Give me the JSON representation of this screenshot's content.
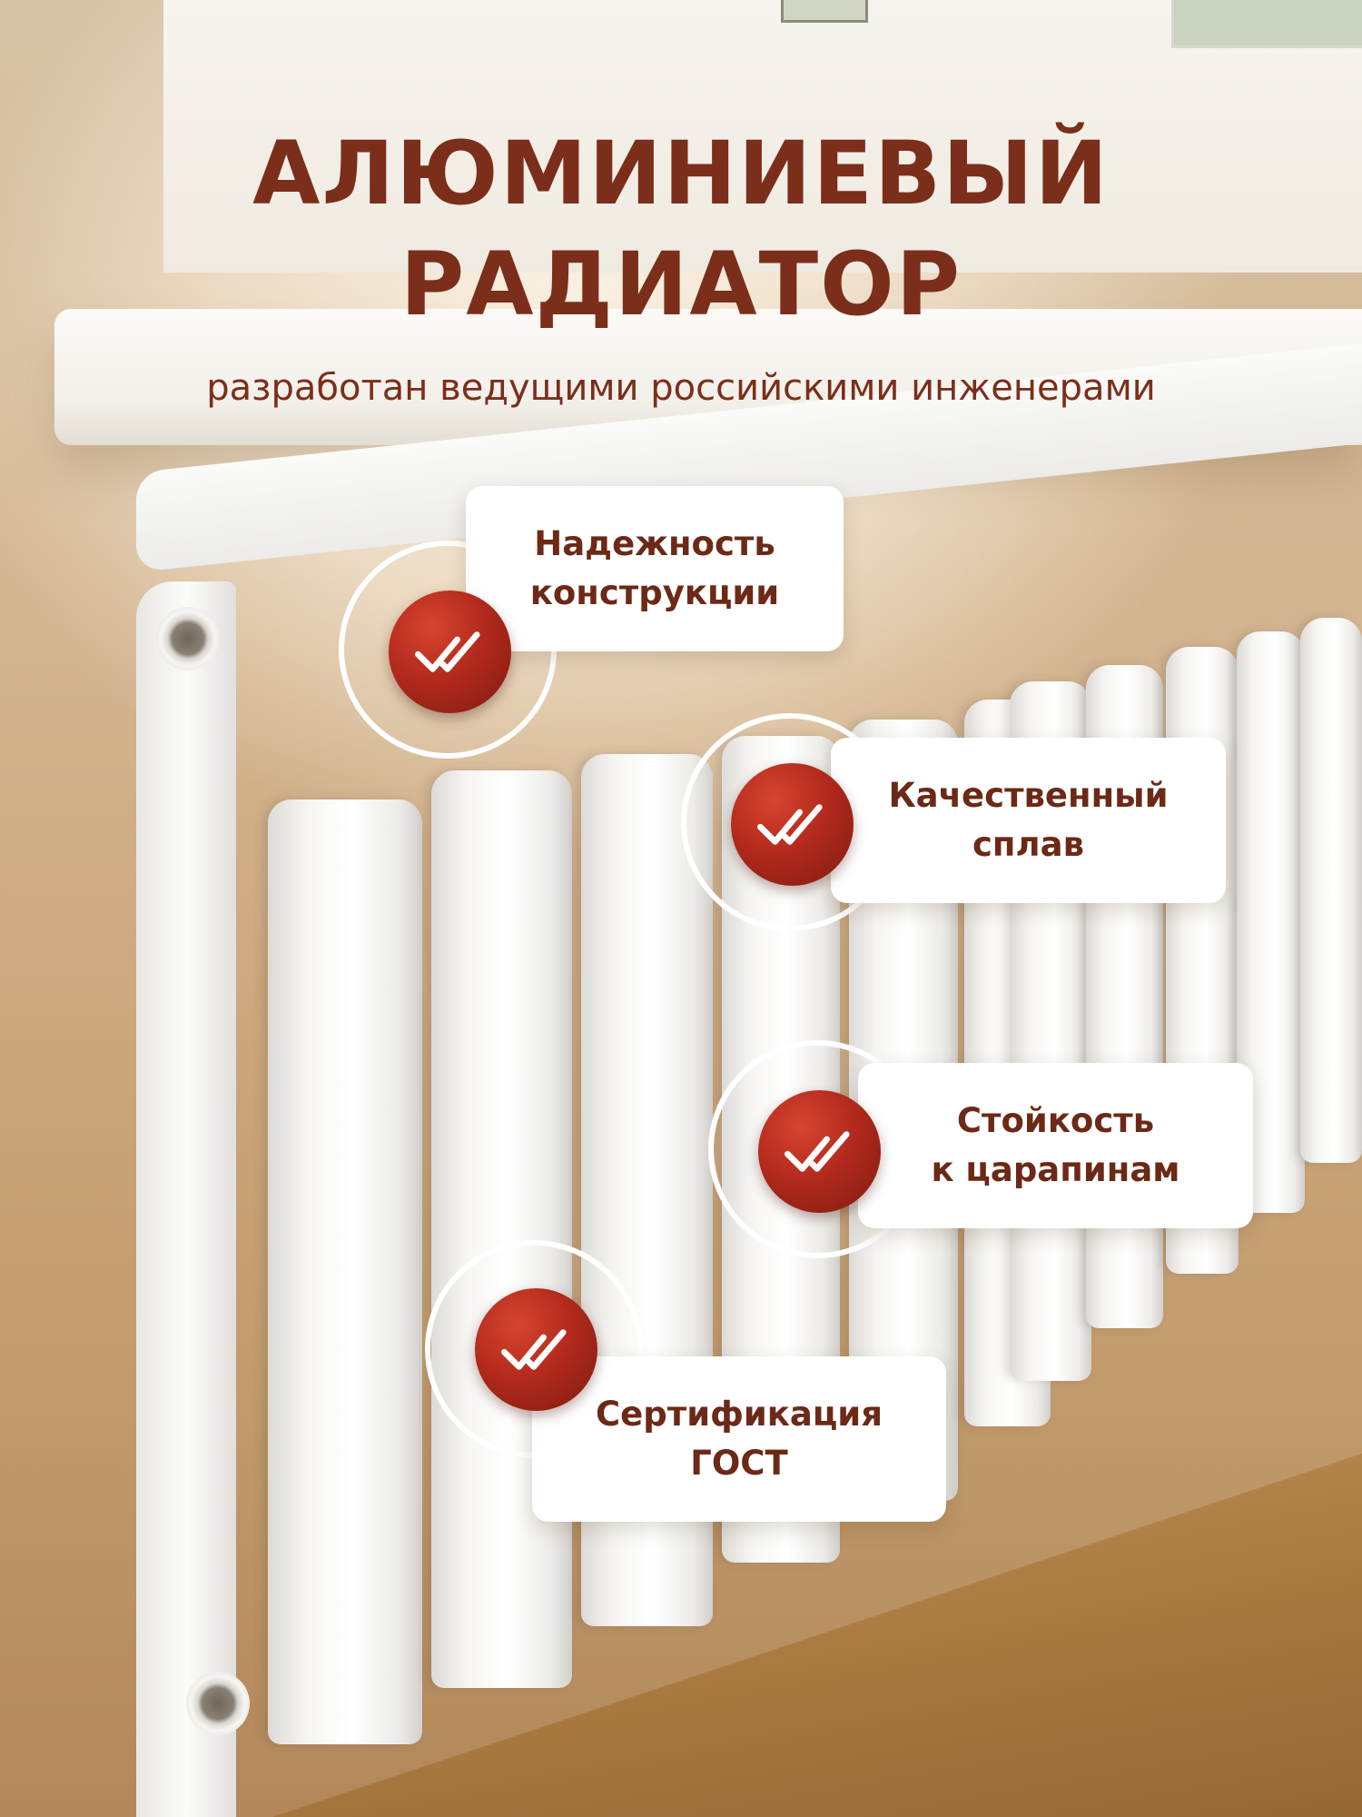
{
  "title": {
    "line1": "АЛЮМИНИЕВЫЙ",
    "line2": "РАДИАТОР"
  },
  "subtitle": "разработан ведущими российскими инженерами",
  "features": [
    {
      "line1": "Надежность",
      "line2": "конструкции"
    },
    {
      "line1": "Качественный",
      "line2": "сплав"
    },
    {
      "line1": "Стойкость",
      "line2": "к царапинам"
    },
    {
      "line1": "Сертификация",
      "line2": "ГОСТ"
    }
  ],
  "colors": {
    "title": "#7b2e1a",
    "feature_text": "#6c2916",
    "badge_red": "#b32a1d",
    "card": "#ffffff"
  },
  "icons": {
    "feature_badge": "double-check-icon"
  }
}
